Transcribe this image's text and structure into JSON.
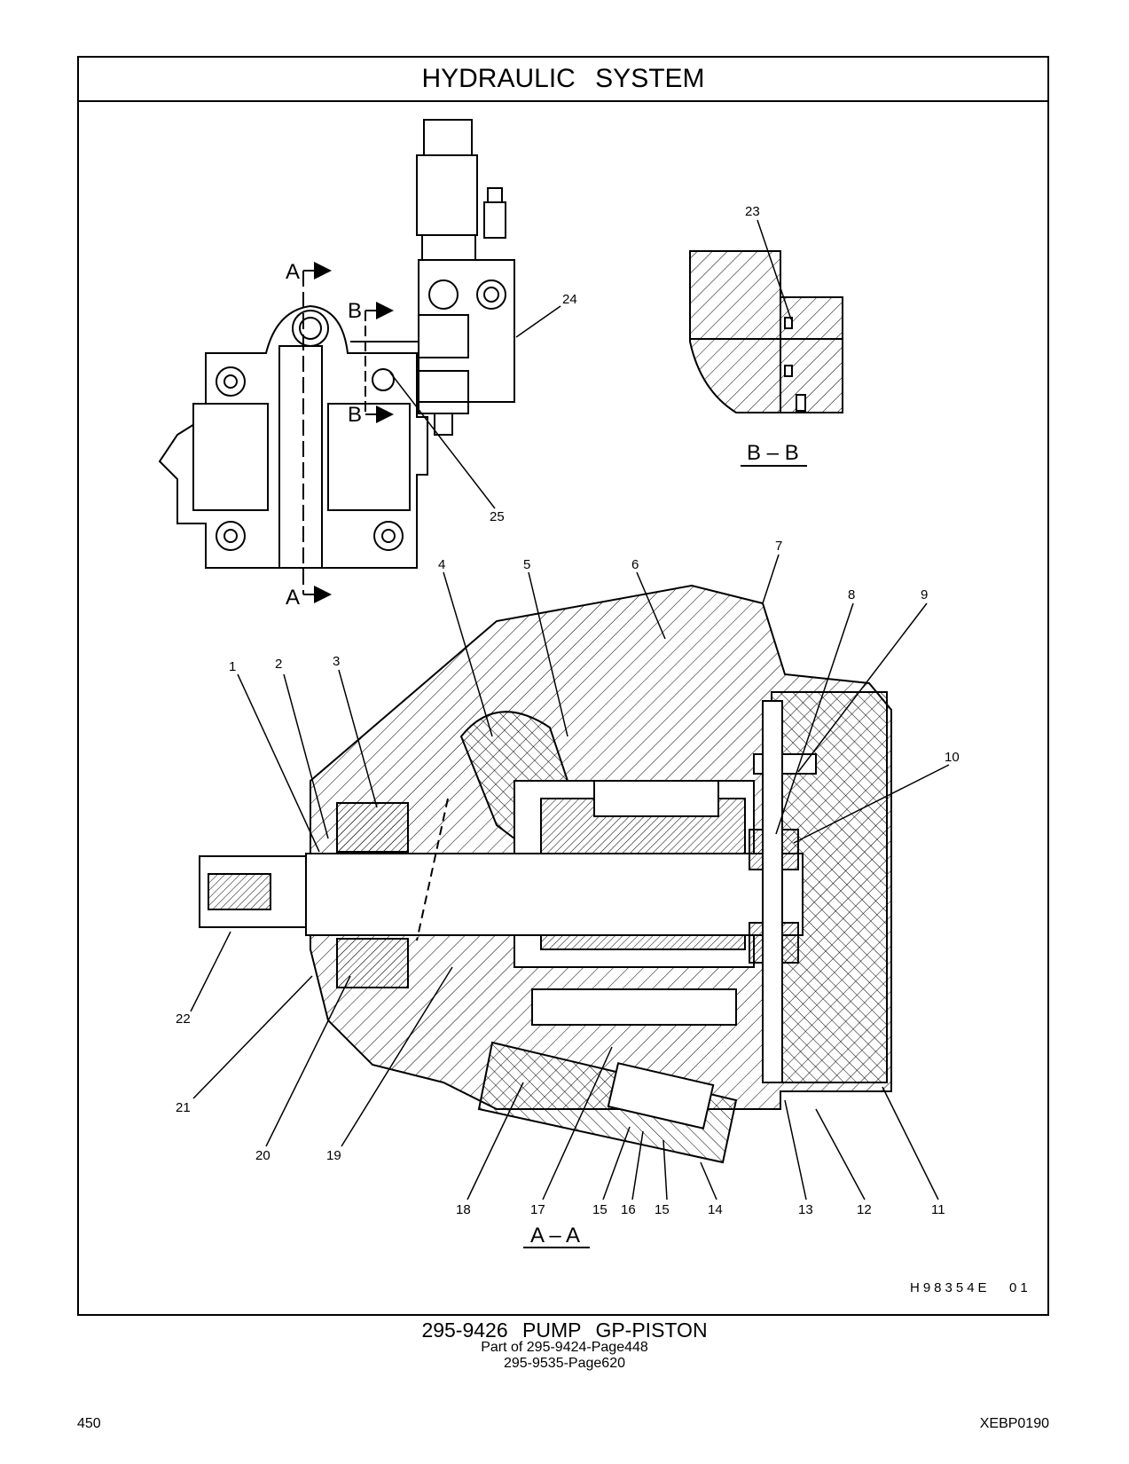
{
  "page": {
    "title": "HYDRAULIC SYSTEM",
    "drawing_number": "H98354E",
    "drawing_rev": "01",
    "caption_main": "295-9426 PUMP GP-PISTON",
    "caption_line2": "Part of 295-9424-Page448",
    "caption_line3": "295-9535-Page620",
    "page_number": "450",
    "doc_code": "XEBP0190"
  },
  "views": {
    "section_aa": "A – A",
    "section_bb": "B – B",
    "cut_a_top": "A",
    "cut_a_bottom": "A",
    "cut_b_top": "B",
    "cut_b_bottom": "B"
  },
  "callouts": {
    "c1": "1",
    "c2": "2",
    "c3": "3",
    "c4": "4",
    "c5": "5",
    "c6": "6",
    "c7": "7",
    "c8": "8",
    "c9": "9",
    "c10": "10",
    "c11": "11",
    "c12": "12",
    "c13": "13",
    "c14": "14",
    "c15a": "15",
    "c16": "16",
    "c15b": "15",
    "c17": "17",
    "c18": "18",
    "c19": "19",
    "c20": "20",
    "c21": "21",
    "c22": "22",
    "c23": "23",
    "c24": "24",
    "c25": "25"
  }
}
